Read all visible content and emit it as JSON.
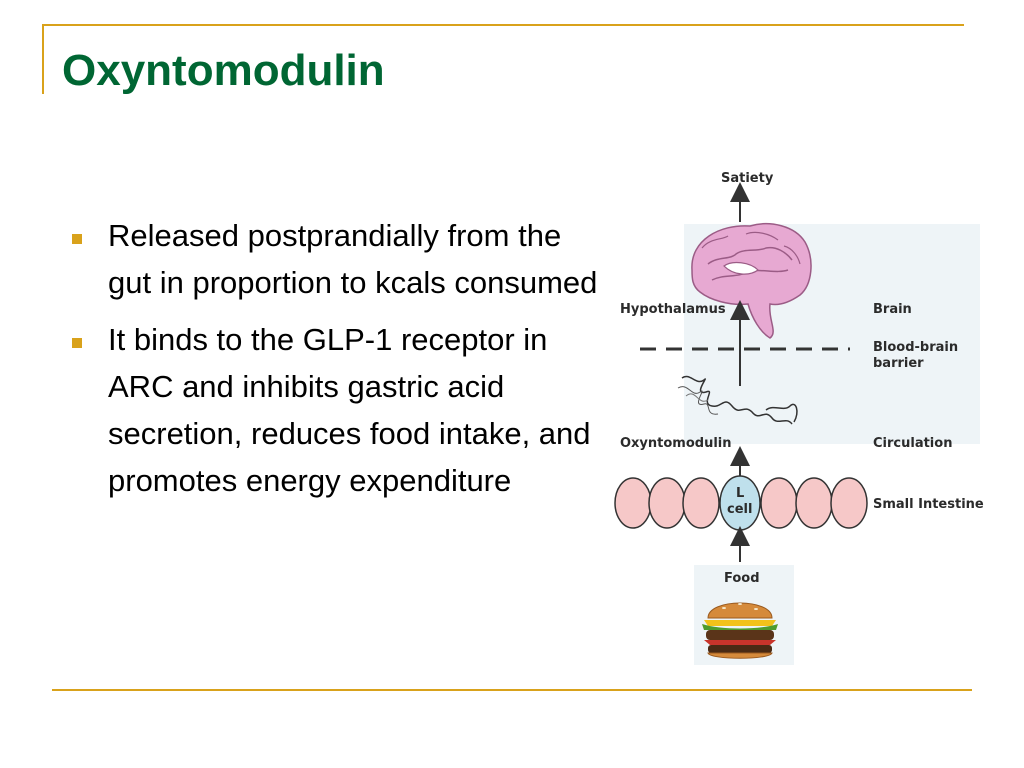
{
  "slide": {
    "title": "Oxyntomodulin",
    "bullets": [
      {
        "text": "Released postprandially from the gut in proportion to kcals consumed"
      },
      {
        "text": "It binds to the GLP-1 receptor in ARC and inhibits gastric acid secretion, reduces food intake, and promotes energy expenditure"
      }
    ],
    "accent_color": "#d9a21b",
    "title_color": "#006633"
  },
  "diagram": {
    "labels": {
      "satiety": "Satiety",
      "hypothalamus": "Hypothalamus",
      "brain": "Brain",
      "blood_brain_barrier_line1": "Blood-brain",
      "blood_brain_barrier_line2": "barrier",
      "oxyntomodulin": "Oxyntomodulin",
      "circulation": "Circulation",
      "l_cell_line1": "L",
      "l_cell_line2": "cell",
      "small_intestine": "Small Intestine",
      "food": "Food"
    },
    "cells": {
      "pink_color": "#f6c8c8",
      "l_cell_color": "#bfe0ec",
      "outline_color": "#333333"
    },
    "brain_color": "#e7a9d2",
    "panel_color": "#eef4f7",
    "icons": [
      "brain-illustration",
      "peptide-squiggle",
      "hamburger-illustration"
    ]
  }
}
